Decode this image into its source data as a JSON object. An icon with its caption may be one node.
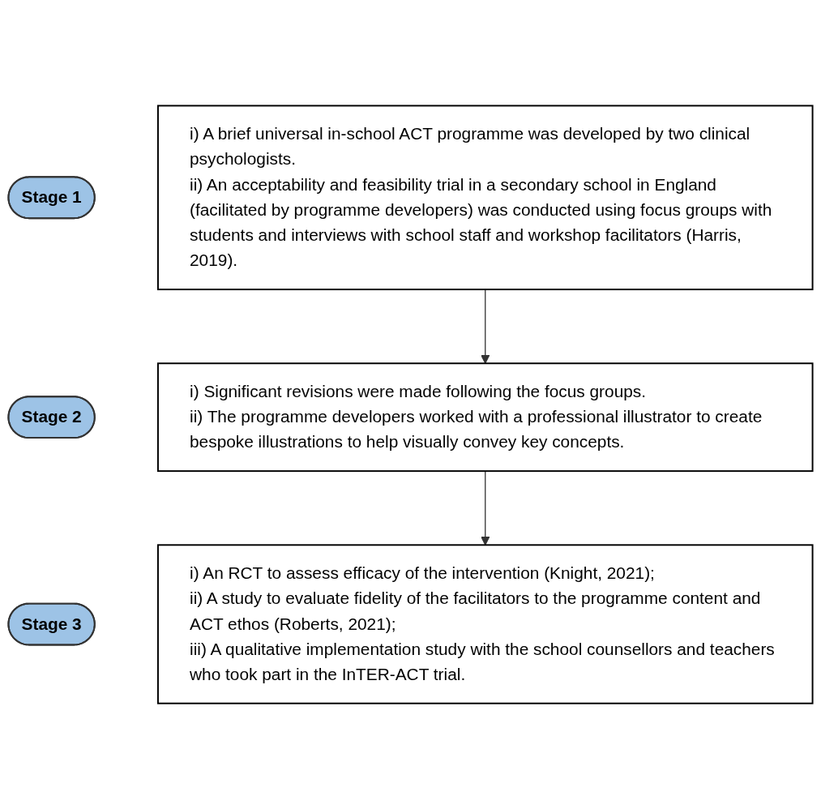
{
  "diagram": {
    "nodes": [
      {
        "text": [
          "Stage 1"
        ]
      },
      {
        "text": [
          "i) A brief universal in-school ACT programme was developed by two clinical psychologists.",
          "ii) An acceptability and feasibility trial in a secondary school in England (facilitated by programme developers) was conducted using focus groups with students and interviews with school staff and workshop facilitators (Harris, 2019)."
        ]
      },
      {
        "text": [
          "Stage 2"
        ]
      },
      {
        "text": [
          "i) Significant revisions were made following the focus groups.",
          "ii) The programme developers worked with a professional illustrator to create bespoke illustrations to help visually convey key concepts."
        ]
      },
      {
        "text": [
          "Stage 3"
        ]
      },
      {
        "text": [
          "i) An RCT to assess efficacy of the intervention (Knight, 2021);",
          "ii) A study to evaluate fidelity of the facilitators to the programme content and ACT ethos (Roberts, 2021);",
          "iii) A qualitative implementation study with the school counsellors and teachers who took part in the InTER-ACT trial."
        ]
      }
    ],
    "edges": [
      {
        "from": 1,
        "to": 3,
        "arrow": "to"
      },
      {
        "from": 3,
        "to": 5,
        "arrow": "to"
      }
    ]
  }
}
